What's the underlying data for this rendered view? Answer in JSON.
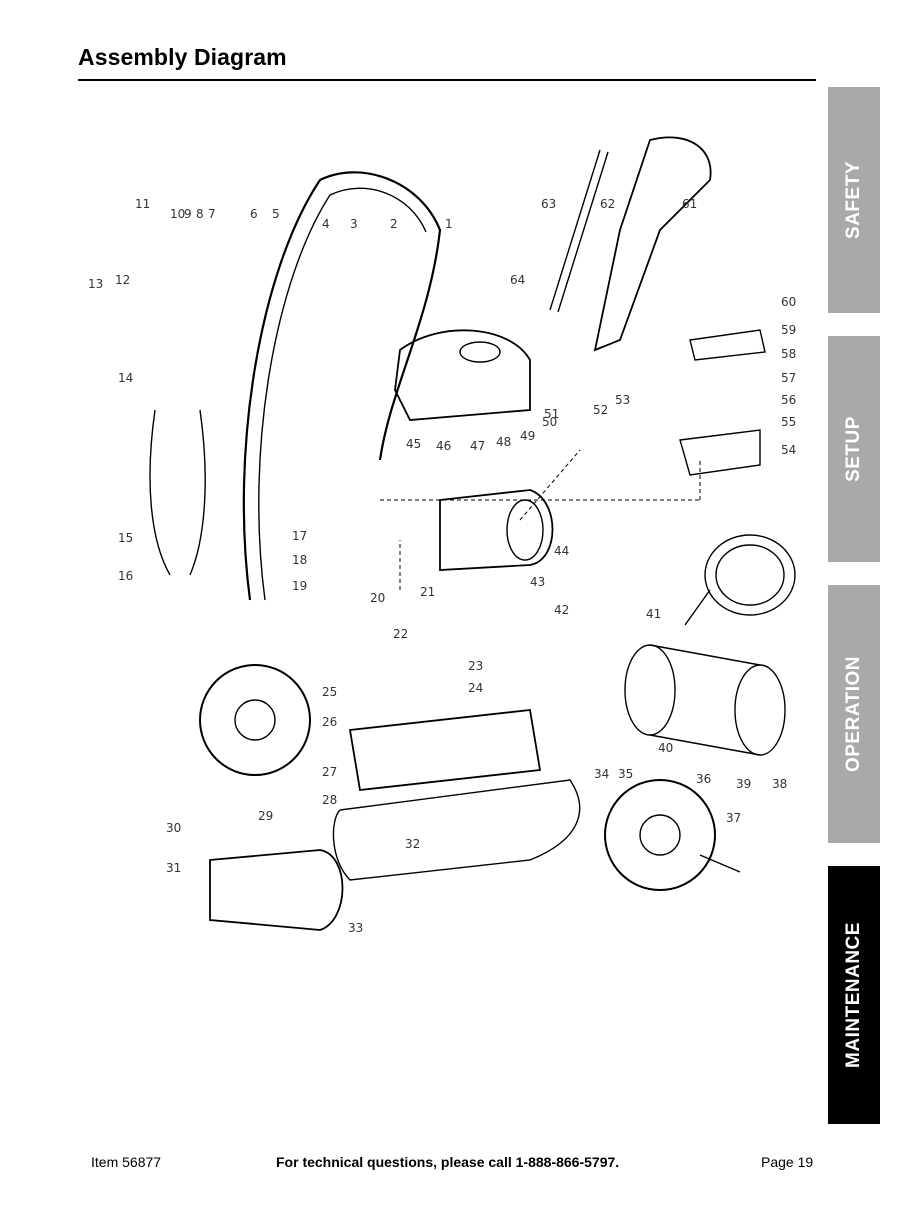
{
  "page_title": "Assembly Diagram",
  "tabs": [
    {
      "label": "SAFETY",
      "active": false
    },
    {
      "label": "SETUP",
      "active": false
    },
    {
      "label": "OPERATION",
      "active": false
    },
    {
      "label": "MAINTENANCE",
      "active": true
    }
  ],
  "callouts": [
    "1",
    "2",
    "3",
    "4",
    "5",
    "6",
    "7",
    "8",
    "9",
    "10",
    "11",
    "12",
    "13",
    "14",
    "15",
    "16",
    "17",
    "18",
    "19",
    "20",
    "21",
    "22",
    "23",
    "24",
    "25",
    "26",
    "27",
    "28",
    "29",
    "30",
    "31",
    "32",
    "33",
    "34",
    "35",
    "36",
    "37",
    "38",
    "39",
    "40",
    "41",
    "42",
    "43",
    "44",
    "45",
    "46",
    "47",
    "48",
    "49",
    "50",
    "51",
    "52",
    "53",
    "54",
    "55",
    "56",
    "57",
    "58",
    "59",
    "60",
    "61",
    "62",
    "63",
    "64"
  ],
  "footer": {
    "item": "Item 56877",
    "technical": "For technical questions, please call 1-888-866-5797.",
    "page": "Page 19"
  },
  "colors": {
    "tab_gray": "#a9a9a9",
    "tab_active": "#000000",
    "line": "#000000"
  }
}
